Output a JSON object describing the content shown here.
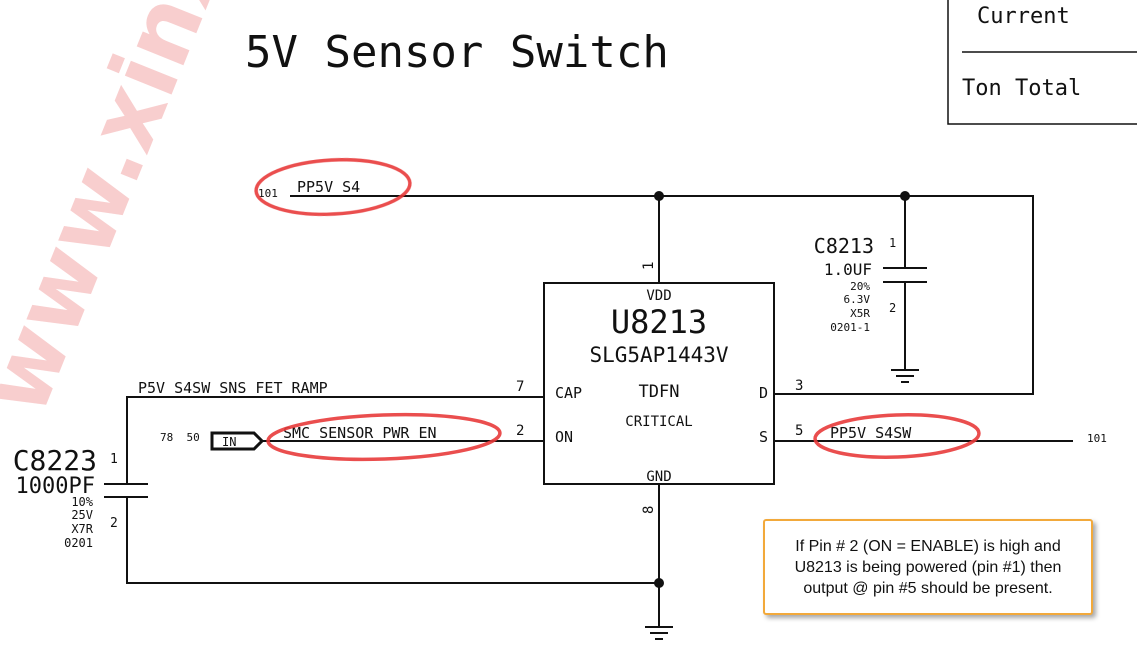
{
  "watermark": "www.xinxin",
  "title": "5V Sensor Switch",
  "legend_box": {
    "current": "Current",
    "ton_total": "Ton Total"
  },
  "nets": {
    "pp5v_s4": {
      "label": "PP5V_S4",
      "page_ref": "101"
    },
    "ramp": {
      "label": "P5V_S4SW_SNS_FET_RAMP"
    },
    "enable": {
      "label": "SMC_SENSOR_PWR_EN",
      "page_refs": "78  50",
      "port": "IN"
    },
    "pp5v_s4sw": {
      "label": "PP5V_S4SW",
      "page_ref": "101"
    }
  },
  "ic": {
    "refdes": "U8213",
    "part": "SLG5AP1443V",
    "package": "TDFN",
    "note": "CRITICAL",
    "pins": {
      "vdd": "VDD",
      "vdd_num": "1",
      "cap": "CAP",
      "cap_num": "7",
      "on": "ON",
      "on_num": "2",
      "d": "D",
      "d_num": "3",
      "s": "S",
      "s_num": "5",
      "gnd": "GND",
      "gnd_num": "8"
    }
  },
  "c8213": {
    "refdes": "C8213",
    "value": "1.0UF",
    "tol": "20%",
    "voltage": "6.3V",
    "dielectric": "X5R",
    "size": "0201-1",
    "pin1": "1",
    "pin2": "2"
  },
  "c8223": {
    "refdes": "C8223",
    "value": "1000PF",
    "tol": "10%",
    "voltage": "25V",
    "dielectric": "X7R",
    "size": "0201",
    "pin1": "1",
    "pin2": "2"
  },
  "annotation": {
    "text": "If Pin # 2 (ON = ENABLE) is high and U8213 is being powered (pin #1) then output @ pin #5 should be present."
  },
  "colors": {
    "highlight": "#e83a3a",
    "note_border": "#f2a93b",
    "watermark": "#f7c6c6"
  }
}
